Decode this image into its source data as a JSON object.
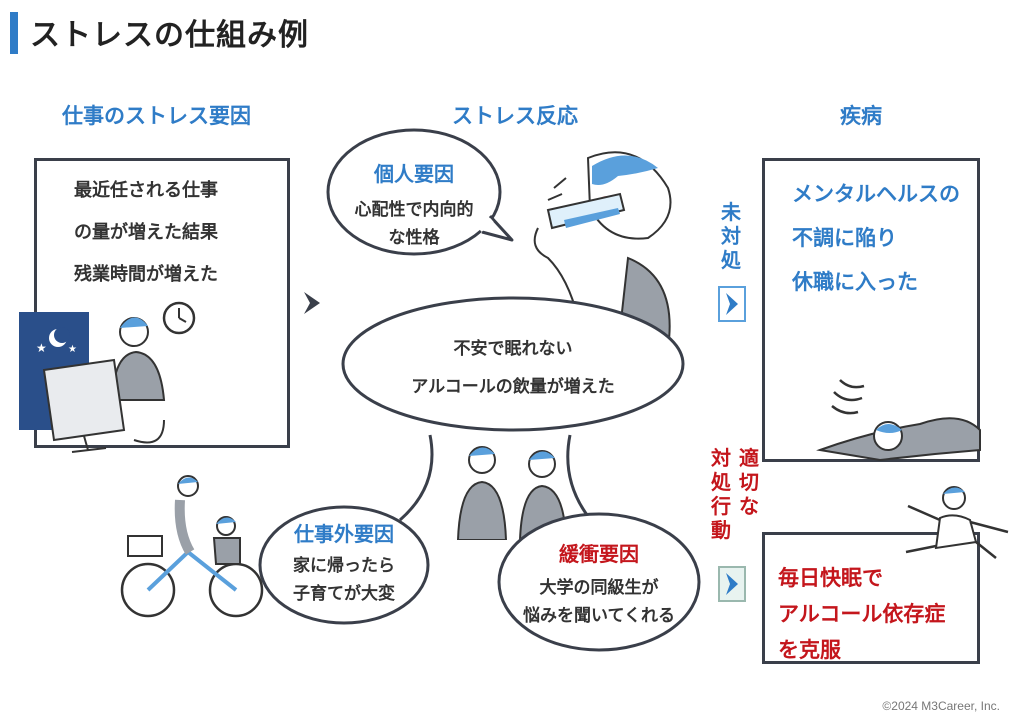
{
  "title": "ストレスの仕組み例",
  "columns": {
    "work_stress": "仕事のストレス要因",
    "reaction": "ストレス反応",
    "illness": "疾病"
  },
  "work_box": {
    "lines": [
      "最近任される仕事",
      "の量が増えた結果",
      "残業時間が増えた"
    ]
  },
  "personal_factor": {
    "head": "個人要因",
    "lines": [
      "心配性で内向的",
      "な性格"
    ]
  },
  "reaction_bubble": {
    "lines": [
      "不安で眠れない",
      "アルコールの飲量が増えた"
    ]
  },
  "outside_factor": {
    "head": "仕事外要因",
    "lines": [
      "家に帰ったら",
      "子育てが大変"
    ]
  },
  "buffer_factor": {
    "head": "緩衝要因",
    "lines": [
      "大学の同級生が",
      "悩みを聞いてくれる"
    ]
  },
  "untreated_label": "未対処",
  "proper_label_a": "適切な",
  "proper_label_b": "対処行動",
  "illness_box": {
    "lines": [
      "メンタルヘルスの",
      "不調に陥り",
      "休職に入った"
    ]
  },
  "recovery_box": {
    "lines": [
      "毎日快眠で",
      "アルコール依存症",
      "を克服"
    ]
  },
  "copyright": "©2024 M3Career, Inc.",
  "colors": {
    "accent_blue": "#2f7cc7",
    "light_blue": "#5aa0dc",
    "red": "#c4161c",
    "dark": "#3a3f4a"
  }
}
